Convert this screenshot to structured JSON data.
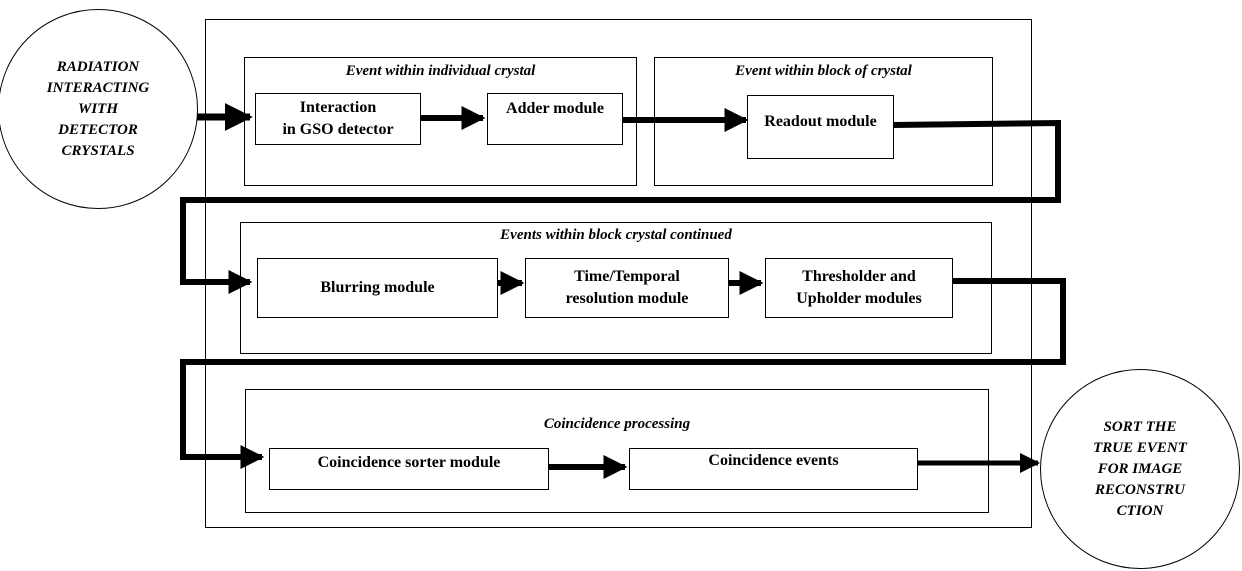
{
  "source": {
    "text": "RADIATION\nINTERACTING\nWITH\nDETECTOR\nCRYSTALS"
  },
  "sink": {
    "text": "SORT THE\nTRUE EVENT\nFOR IMAGE\nRECONSTRU\nCTION"
  },
  "groups": {
    "individual": {
      "title": "Event within individual crystal"
    },
    "block": {
      "title": "Event within block of crystal"
    },
    "continued": {
      "title": "Events within block crystal continued"
    },
    "coincidence": {
      "title": "Coincidence processing"
    }
  },
  "modules": {
    "interaction": {
      "label": "Interaction\nin GSO detector"
    },
    "adder": {
      "label": "Adder module"
    },
    "readout": {
      "label": "Readout module"
    },
    "blurring": {
      "label": "Blurring module"
    },
    "temporal": {
      "label": "Time/Temporal\nresolution module"
    },
    "thresholder": {
      "label": "Thresholder and\nUpholder modules"
    },
    "sorter": {
      "label": "Coincidence sorter module"
    },
    "events": {
      "label": "Coincidence events"
    }
  }
}
